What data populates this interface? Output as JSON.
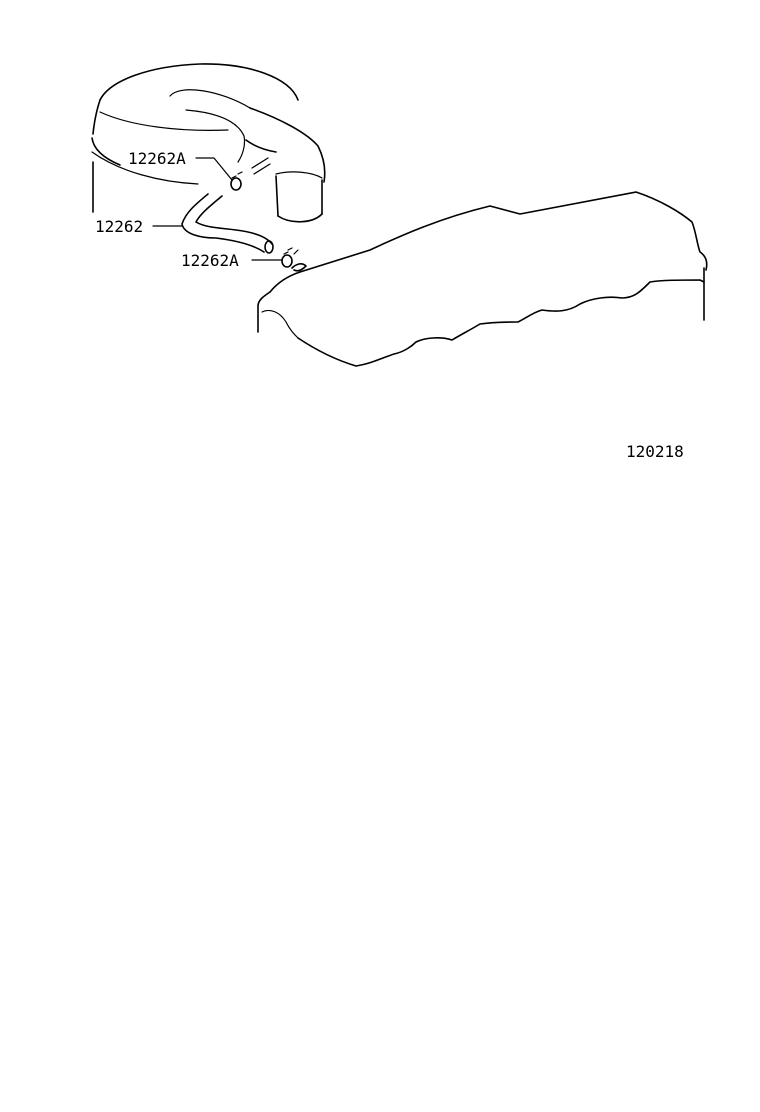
{
  "labels": {
    "clamp_upper": "12262A",
    "hose": "12262",
    "clamp_lower": "12262A",
    "illustration_number": "120218"
  }
}
